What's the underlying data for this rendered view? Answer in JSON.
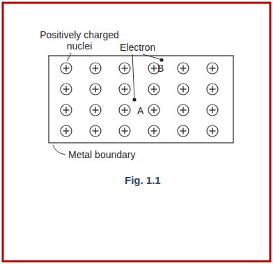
{
  "diagram": {
    "caption": "Fig. 1.1",
    "labels": [
      "Positively charged nuclei",
      "Electron",
      "A",
      "B",
      "Metal boundary"
    ]
  }
}
